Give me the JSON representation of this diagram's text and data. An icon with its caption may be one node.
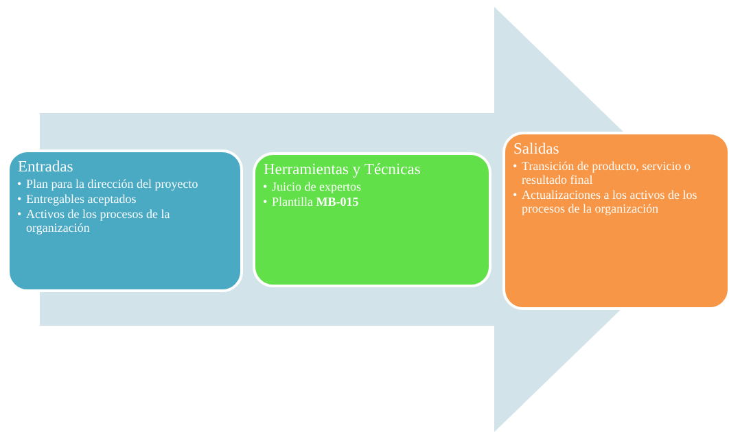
{
  "diagram": {
    "nodes": [
      {
        "text": [
          "Entradas",
          "Plan para la dirección del proyecto",
          "Entregables aceptados",
          "Activos de los procesos de la organización"
        ]
      },
      {
        "text": [
          "Herramientas y Técnicas",
          "Juicio de expertos",
          "Plantilla **MB-015**"
        ]
      },
      {
        "text": [
          "Salidas",
          "Transición de producto, servicio o resultado final",
          "Actualizaciones a los activos de los procesos de la organización"
        ]
      }
    ],
    "edges": [
      {
        "from": 0,
        "to": 2,
        "arrow": "to"
      }
    ]
  }
}
